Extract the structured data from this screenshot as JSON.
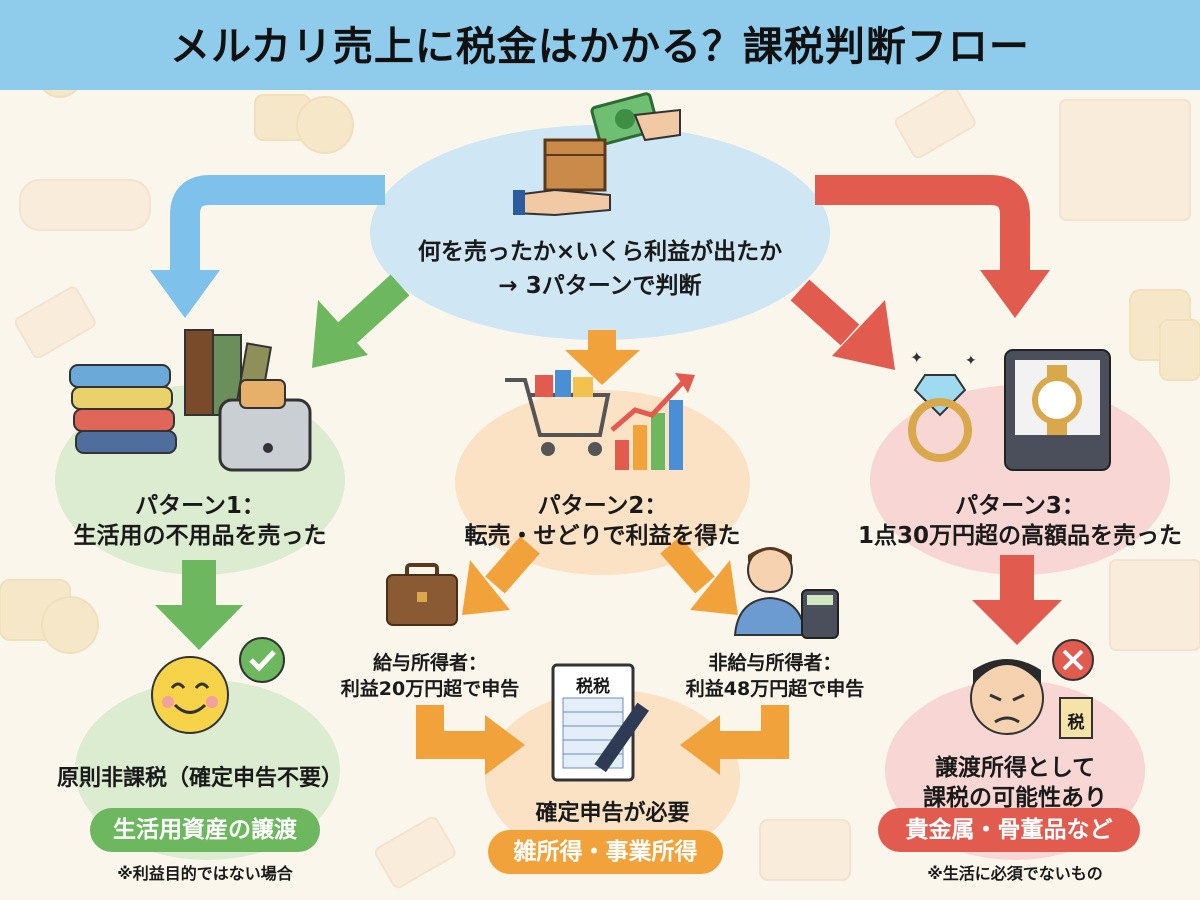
{
  "title": "メルカリ売上に税金はかかる？課税判断フロー",
  "root": {
    "line1": "何を売ったか×いくら利益が出たか",
    "line2": "→ 3パターンで判断"
  },
  "pattern1": {
    "label": "パターン1：",
    "desc": "生活用の不用品を売った",
    "result": "原則非課税（確定申告不要）",
    "pill": "生活用資産の譲渡",
    "note": "※利益目的ではない場合"
  },
  "pattern2": {
    "label": "パターン2：",
    "desc": "転売・せどりで利益を得た",
    "salaried_label": "給与所得者：",
    "salaried_rule": "利益20万円超で申告",
    "nonsalaried_label": "非給与所得者：",
    "nonsalaried_rule": "利益48万円超で申告",
    "result": "確定申告が必要",
    "pill": "雑所得・事業所得",
    "form_label": "税税"
  },
  "pattern3": {
    "label": "パターン3：",
    "desc": "1点30万円超の高額品を売った",
    "result_line1": "譲渡所得として",
    "result_line2": "課税の可能性あり",
    "pill": "貴金属・骨董品など",
    "note": "※生活に必須でないもの",
    "tax_badge": "税"
  },
  "colors": {
    "header": "#8fcbea",
    "green": "#6db75e",
    "orange": "#f2a23a",
    "red": "#e15b4f",
    "blue": "#7ec1ea",
    "green_blob": "#dbecd0",
    "orange_blob": "#fbe2c4",
    "red_blob": "#f8d6d4",
    "root_blob": "#cfe6f5"
  }
}
